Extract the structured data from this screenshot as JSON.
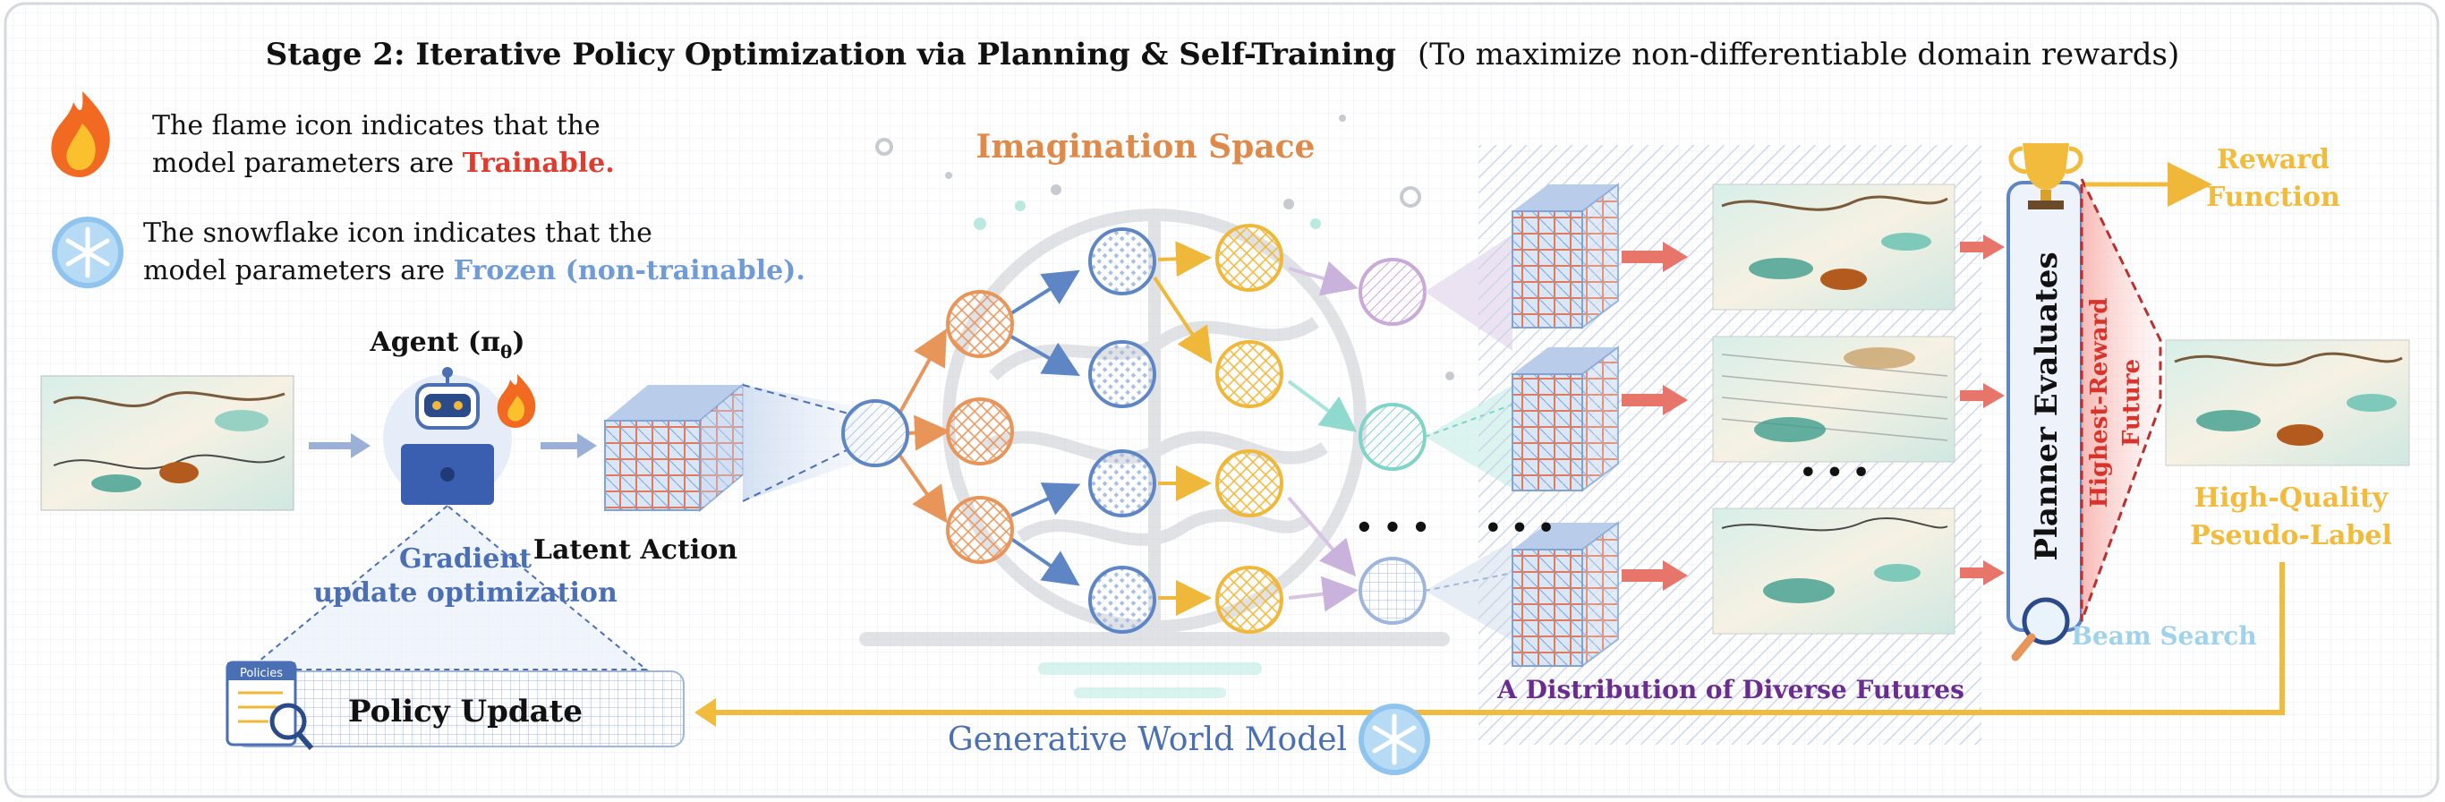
{
  "title": {
    "main": "Stage 2: Iterative Policy Optimization via Planning & Self-Training",
    "sub": "(To maximize non-differentiable domain rewards)"
  },
  "legend": {
    "flame_line1": "The flame icon indicates that the",
    "flame_line2_prefix": "model parameters are ",
    "flame_line2_highlight": "Trainable.",
    "snow_line1": "The snowflake icon indicates that the",
    "snow_line2_prefix": "model parameters are ",
    "snow_line2_highlight": "Frozen (non-trainable)."
  },
  "agent": {
    "label": "Agent (π",
    "label_sub": "θ",
    "label_close": ")"
  },
  "latent_action": "Latent Action",
  "gradient": {
    "line1": "Gradient",
    "line2": "update optimization"
  },
  "policy_update": "Policy Update",
  "policies_doc": "Policies",
  "imagination_space": "Imagination Space",
  "world_model": "Generative World Model",
  "ellipsis": "• • •",
  "distribution_label": "A Distribution of Diverse Futures",
  "planner": "Planner Evaluates",
  "highest_reward": {
    "line1": "Highest-Reward",
    "line2": "Future"
  },
  "beam_search": "Beam Search",
  "reward_function": {
    "line1": "Reward",
    "line2": "Function"
  },
  "pseudo_label": {
    "line1": "High-Quality",
    "line2": "Pseudo-Label"
  },
  "colors": {
    "trainable": "#e23b2e",
    "frozen": "#6f9bd6",
    "imagination": "#e08a4a",
    "reward": "#f2bb3b",
    "distribution": "#6a2c91",
    "world_model": "#4a6fb5",
    "highest_reward": "#d9342b",
    "beam": "#9fd3ea",
    "orange_node": "#e8955a",
    "blue_node": "#6f94c8",
    "yellow_node": "#f0b83a",
    "teal": "#7fd3c8"
  }
}
